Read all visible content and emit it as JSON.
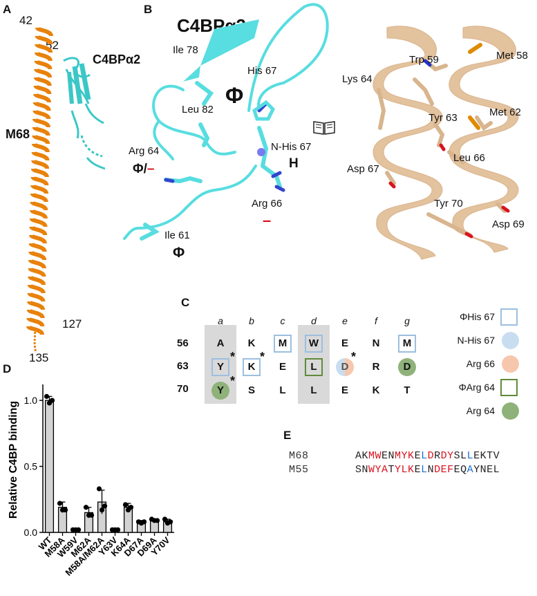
{
  "panels": {
    "A": {
      "letter": "A",
      "label_top": "42",
      "label_52": "52",
      "label_127": "127",
      "label_135": "135",
      "chain_m68": "M68",
      "chain_c4bp": "C4BPα2",
      "colors": {
        "m68": "#e8820c",
        "c4bp": "#3cc7c7"
      }
    },
    "B": {
      "letter": "B",
      "title": "C4BPα2",
      "left_labels": {
        "ile78": "Ile 78",
        "his67": "His 67",
        "phi_big": "Φ",
        "leu82": "Leu 82",
        "nhis67": "N-His 67",
        "h": "H",
        "arg64": "Arg 64",
        "phi_minus": "Φ/",
        "minus": "–",
        "arg66": "Arg 66",
        "minus2": "–",
        "ile61": "Ile 61",
        "phi_small": "Φ"
      },
      "right_labels": {
        "trp59": "Trp 59",
        "met58": "Met 58",
        "lys64": "Lys 64",
        "met62": "Met 62",
        "tyr63": "Tyr 63",
        "leu66": "Leu 66",
        "asp67": "Asp 67",
        "tyr70": "Tyr 70",
        "asp69": "Asp 69"
      },
      "colors": {
        "cartoon_cyan": "#58dde0",
        "helix_tan": "#d9b38c",
        "red": "#d9121f",
        "blue": "#2233cc"
      }
    },
    "C": {
      "letter": "C",
      "columns": [
        "a",
        "b",
        "c",
        "d",
        "e",
        "f",
        "g"
      ],
      "rows": [
        {
          "start": "56",
          "residues": [
            "A",
            "K",
            "M",
            "W",
            "E",
            "N",
            "M"
          ]
        },
        {
          "start": "63",
          "residues": [
            "Y",
            "K",
            "E",
            "L",
            "D",
            "R",
            "D"
          ]
        },
        {
          "start": "70",
          "residues": [
            "Y",
            "S",
            "L",
            "L",
            "E",
            "K",
            "T"
          ]
        }
      ],
      "asterisk": "*",
      "legend": [
        {
          "label": "ΦHis 67",
          "marker": "blue-square"
        },
        {
          "label": "N-His 67",
          "marker": "blue-circle"
        },
        {
          "label": "Arg 66",
          "marker": "orange-circle"
        },
        {
          "label": "ΦArg 64",
          "marker": "green-square"
        },
        {
          "label": "Arg 64",
          "marker": "green-circle"
        }
      ],
      "colors": {
        "blue_box": "#9bbfe0",
        "blue_fill": "#c9ddf0",
        "orange_fill": "#f6c7ad",
        "green_box": "#5f8a3a",
        "green_fill": "#8fb27a",
        "shade": "#d9d9d9"
      }
    },
    "D": {
      "letter": "D"
    },
    "E": {
      "letter": "E",
      "seqs": [
        {
          "name": "M68",
          "segments": [
            {
              "t": "AK",
              "c": "black"
            },
            {
              "t": "MW",
              "c": "red"
            },
            {
              "t": "EN",
              "c": "black"
            },
            {
              "t": "MYK",
              "c": "red"
            },
            {
              "t": "E",
              "c": "black"
            },
            {
              "t": "L",
              "c": "blue"
            },
            {
              "t": "D",
              "c": "red"
            },
            {
              "t": "R",
              "c": "black"
            },
            {
              "t": "DY",
              "c": "red"
            },
            {
              "t": "SL",
              "c": "black"
            },
            {
              "t": "L",
              "c": "blue"
            },
            {
              "t": "EKTV",
              "c": "black"
            }
          ]
        },
        {
          "name": "M55",
          "segments": [
            {
              "t": "SN",
              "c": "black"
            },
            {
              "t": "WYA",
              "c": "red"
            },
            {
              "t": "T",
              "c": "black"
            },
            {
              "t": "YLK",
              "c": "red"
            },
            {
              "t": "E",
              "c": "black"
            },
            {
              "t": "L",
              "c": "blue"
            },
            {
              "t": "N",
              "c": "black"
            },
            {
              "t": "DEF",
              "c": "red"
            },
            {
              "t": "EQ",
              "c": "black"
            },
            {
              "t": "A",
              "c": "blue"
            },
            {
              "t": "YNEL",
              "c": "black"
            }
          ]
        }
      ],
      "colors": {
        "red": "#d9121f",
        "blue": "#1f6fd1",
        "black": "#222222"
      }
    }
  },
  "chart_data": {
    "type": "bar",
    "ylabel": "Relative C4BP binding",
    "ylim": [
      0,
      1.1
    ],
    "yticks": [
      "0.0",
      "0.5",
      "1.0"
    ],
    "categories": [
      "WT",
      "M58A",
      "W59V",
      "M62A",
      "M58A/M62A",
      "Y63V",
      "K64A",
      "D67A",
      "D69A",
      "Y70V"
    ],
    "values": [
      1.0,
      0.19,
      0.02,
      0.15,
      0.23,
      0.02,
      0.19,
      0.08,
      0.09,
      0.08
    ],
    "errors": [
      0.03,
      0.04,
      0.005,
      0.04,
      0.09,
      0.005,
      0.03,
      0.01,
      0.01,
      0.02
    ],
    "points": [
      [
        1.03,
        0.98,
        1.0
      ],
      [
        0.22,
        0.17,
        0.17
      ],
      [
        0.02,
        0.02,
        0.02
      ],
      [
        0.19,
        0.13,
        0.13
      ],
      [
        0.33,
        0.17,
        0.2
      ],
      [
        0.02,
        0.02,
        0.02
      ],
      [
        0.21,
        0.17,
        0.19
      ],
      [
        0.08,
        0.07,
        0.08
      ],
      [
        0.1,
        0.09,
        0.09
      ],
      [
        0.1,
        0.07,
        0.08
      ]
    ],
    "bar_color": "#d3d3d3"
  }
}
